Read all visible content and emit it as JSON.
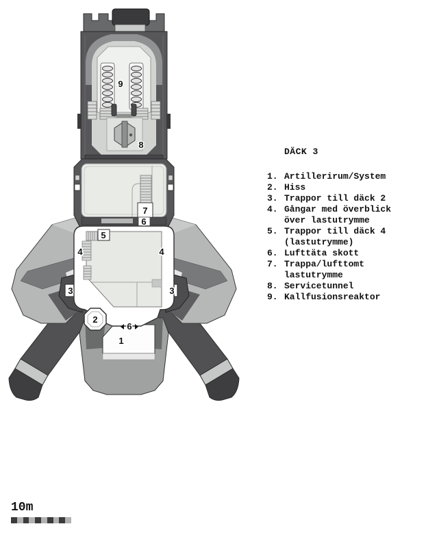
{
  "legend": {
    "title": "DÄCK 3",
    "items": [
      {
        "num": "1.",
        "label": "Artillerirum/System"
      },
      {
        "num": "2.",
        "label": "Hiss"
      },
      {
        "num": "3.",
        "label": "Trappor till däck 2"
      },
      {
        "num": "4.",
        "label": "Gångar med överblick\növer lastutrymme"
      },
      {
        "num": "5.",
        "label": "Trappor till däck 4\n(lastutrymme)"
      },
      {
        "num": "6.",
        "label": "Lufttäta skott"
      },
      {
        "num": "7.",
        "label": "Trappa/lufttomt\nlastutrymme"
      },
      {
        "num": "8.",
        "label": "Servicetunnel"
      },
      {
        "num": "9.",
        "label": "Kallfusionsreaktor"
      }
    ]
  },
  "scale": {
    "label": "10m",
    "segments": 10,
    "dark_color": "#3b3b3b",
    "light_color": "#b2b2b2"
  },
  "diagram": {
    "markers": [
      {
        "label": "9"
      },
      {
        "label": "8"
      },
      {
        "label": "7"
      },
      {
        "label": "6"
      },
      {
        "label": "5"
      },
      {
        "label": "4"
      },
      {
        "label": "4"
      },
      {
        "label": "3"
      },
      {
        "label": "3"
      },
      {
        "label": "2"
      },
      {
        "label": "6"
      },
      {
        "label": "1"
      }
    ],
    "colors": {
      "hull_dark": "#57575a",
      "hull_medium": "#8f9192",
      "wing_light": "#b6b8b7",
      "leg_dark": "#515154",
      "interior_light": "#e9ebe7",
      "room_white": "#ffffff",
      "outline": "#2b2b2b"
    }
  }
}
